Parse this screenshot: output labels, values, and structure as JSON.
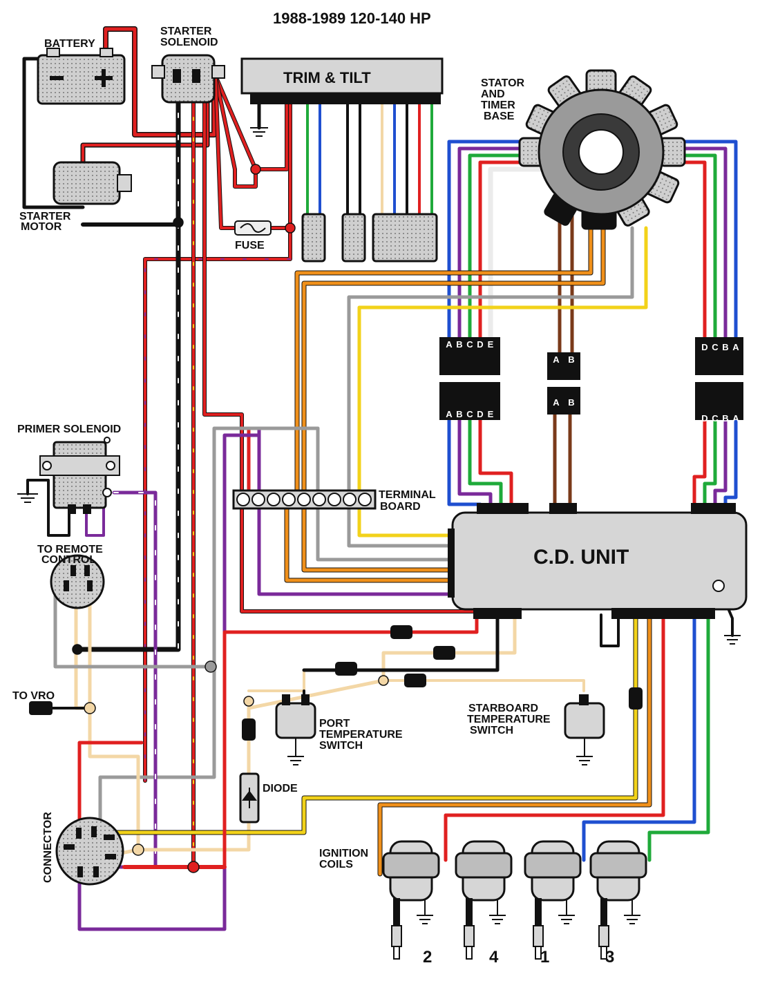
{
  "title": "1988-1989 120-140 HP",
  "labels": {
    "battery": "BATTERY",
    "starter_solenoid_1": "STARTER",
    "starter_solenoid_2": "SOLENOID",
    "trim_tilt": "TRIM & TILT",
    "stator_1": "STATOR",
    "stator_2": "AND",
    "stator_3": "TIMER",
    "stator_4": "BASE",
    "starter_motor_1": "STARTER",
    "starter_motor_2": "MOTOR",
    "fuse": "FUSE",
    "primer_solenoid": "PRIMER SOLENOID",
    "terminal_board_1": "TERMINAL",
    "terminal_board_2": "BOARD",
    "to_remote_control_1": "TO REMOTE",
    "to_remote_control_2": "CONTROL",
    "cd_unit": "C.D. UNIT",
    "to_vro": "TO VRO",
    "port_temp_1": "PORT",
    "port_temp_2": "TEMPERATURE",
    "port_temp_3": "SWITCH",
    "stbd_temp_1": "STARBOARD",
    "stbd_temp_2": "TEMPERATURE",
    "stbd_temp_3": "SWITCH",
    "diode": "DIODE",
    "connector": "CONNECTOR",
    "ignition_coils_1": "IGNITION",
    "ignition_coils_2": "COILS"
  },
  "plug_pins": {
    "left_top": [
      "A",
      "B",
      "C",
      "D",
      "E"
    ],
    "left_bottom": [
      "A",
      "B",
      "C",
      "D",
      "E"
    ],
    "mid_top": [
      "A",
      "B"
    ],
    "mid_bottom": [
      "A",
      "B"
    ],
    "right_top": [
      "D",
      "C",
      "B",
      "A"
    ],
    "right_bottom": [
      "D",
      "C",
      "B",
      "A"
    ]
  },
  "coil_numbers": [
    "2",
    "4",
    "1",
    "3"
  ],
  "colors": {
    "red": "#e02020",
    "black": "#111111",
    "purple": "#7a2a9a",
    "blue": "#1f4fd0",
    "green": "#1faa3a",
    "orange": "#f0901a",
    "yellow": "#f2d21a",
    "brown": "#7a3a1a",
    "gray": "#9a9a9a",
    "tan": "#f3d7a6",
    "white": "#ffffff",
    "component": "#d6d6d6"
  }
}
